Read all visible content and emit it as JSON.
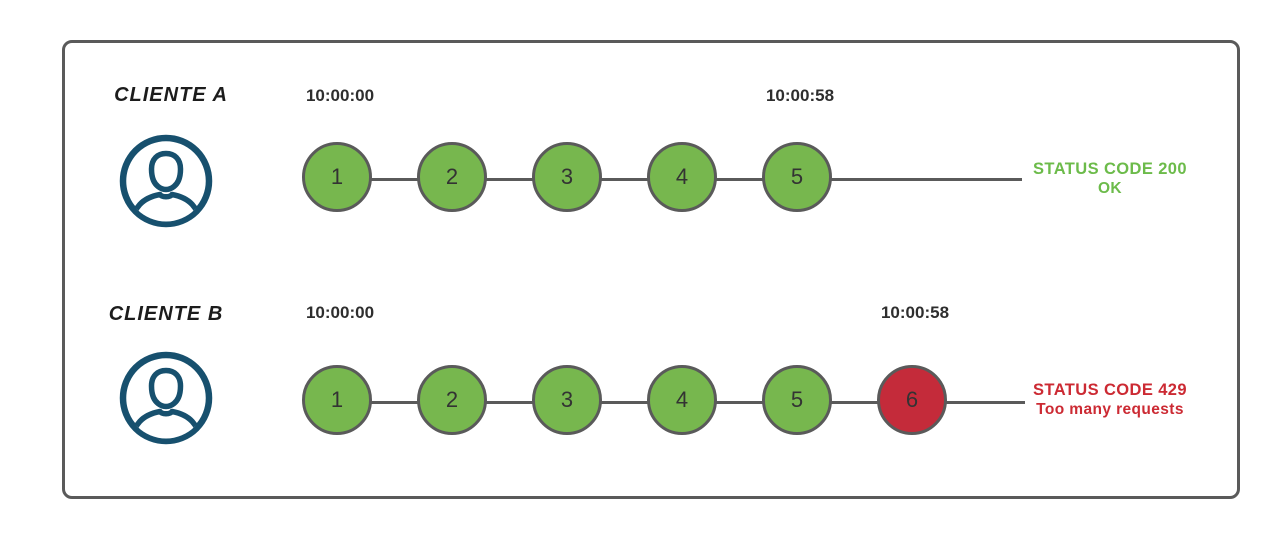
{
  "diagram_title": "rate-limit-request-timeline",
  "colors": {
    "success_fill": "#77b74e",
    "error_fill": "#c42b3a",
    "success_text": "#6cbb4a",
    "error_text": "#cc2a33",
    "line": "#5a5a5a",
    "border": "#5a5a5a",
    "icon": "#17506e",
    "timestamp": "#2e2e2e",
    "label": "#1c1c1c"
  },
  "rows": [
    {
      "client_label": "CLIENTE A",
      "avatar_icon": "user-avatar-icon",
      "start_time": "10:00:00",
      "end_time": "10:00:58",
      "requests": [
        {
          "number": "1",
          "status": "success"
        },
        {
          "number": "2",
          "status": "success"
        },
        {
          "number": "3",
          "status": "success"
        },
        {
          "number": "4",
          "status": "success"
        },
        {
          "number": "5",
          "status": "success"
        }
      ],
      "status_line1": "STATUS CODE 200",
      "status_line2": "OK",
      "status_type": "success"
    },
    {
      "client_label": "CLIENTE B",
      "avatar_icon": "user-avatar-icon",
      "start_time": "10:00:00",
      "end_time": "10:00:58",
      "requests": [
        {
          "number": "1",
          "status": "success"
        },
        {
          "number": "2",
          "status": "success"
        },
        {
          "number": "3",
          "status": "success"
        },
        {
          "number": "4",
          "status": "success"
        },
        {
          "number": "5",
          "status": "success"
        },
        {
          "number": "6",
          "status": "error"
        }
      ],
      "status_line1": "STATUS CODE 429",
      "status_line2": "Too many requests",
      "status_type": "error"
    }
  ]
}
